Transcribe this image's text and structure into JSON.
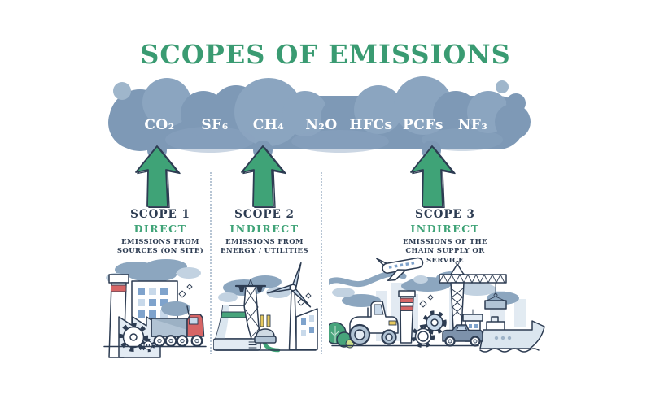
{
  "title": {
    "text": "SCOPES OF EMISSIONS"
  },
  "cloud": {
    "gases": [
      {
        "label": "CO₂"
      },
      {
        "label": "SF₆"
      },
      {
        "label": "CH₄"
      },
      {
        "label": "N₂O"
      },
      {
        "label": "HFCs"
      },
      {
        "label": "PCFs"
      },
      {
        "label": "NF₃"
      }
    ]
  },
  "scopes": [
    {
      "name": "SCOPE 1",
      "type": "DIRECT",
      "description": "EMISSIONS FROM SOURCES (ON SITE)"
    },
    {
      "name": "SCOPE 2",
      "type": "INDIRECT",
      "description": "EMISSIONS FROM ENERGY / UTILITIES"
    },
    {
      "name": "SCOPE 3",
      "type": "INDIRECT",
      "description": "EMISSIONS OF THE CHAIN SUPPLY OR SERVICE"
    }
  ],
  "illustrations": [
    {
      "scope": "SCOPE 1",
      "icons": [
        "smoke-icon",
        "smokestack-icon",
        "office-building-icon",
        "factory-icon",
        "gear-icon",
        "sparkle-icon",
        "truck-icon"
      ]
    },
    {
      "scope": "SCOPE 2",
      "icons": [
        "smoke-icon",
        "power-pylon-icon",
        "cooling-tower-icon",
        "electric-plug-icon",
        "wind-turbine-icon",
        "building-icon",
        "sparkle-icon"
      ]
    },
    {
      "scope": "SCOPE 3",
      "icons": [
        "airplane-icon",
        "contrail-icon",
        "city-skyline-icon",
        "bush-icon",
        "tractor-icon",
        "chimney-icon",
        "gears-icon",
        "crane-icon",
        "harbor-building-icon",
        "pickup-truck-icon",
        "ship-icon",
        "water-icon"
      ]
    }
  ],
  "colors": {
    "title_green": "#3a9b72",
    "accent_green": "#3fa377",
    "navy": "#2d3c52",
    "cloud_base": "#7e99b6",
    "cloud_light": "#8ba5c0",
    "cloud_lighter": "#9fb6cb",
    "separator": "#b7c5d4"
  }
}
